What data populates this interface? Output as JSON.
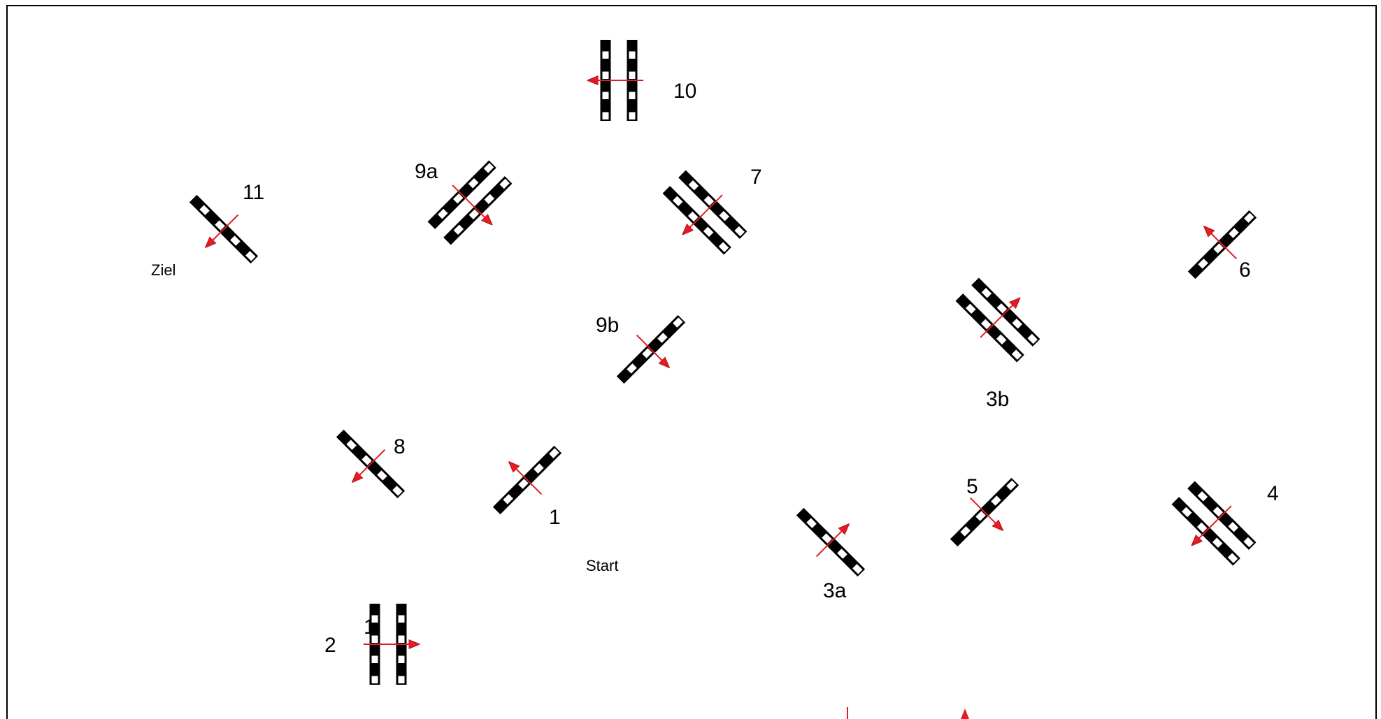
{
  "diagram": {
    "frame_color": "#000000",
    "pole_color": "#000000",
    "stripe_color": "#ffffff",
    "arrow_color": "#e31b23",
    "obstacle_labels": {
      "o1": "1",
      "o2": "2",
      "o2_overlap": "1",
      "o3a": "3a",
      "o3b": "3b",
      "o4": "4",
      "o5": "5",
      "o6": "6",
      "o7": "7",
      "o8": "8",
      "o9a": "9a",
      "o9b": "9b",
      "o10": "10",
      "o11": "11"
    },
    "start_label": "Start",
    "finish_label": "Ziel"
  }
}
